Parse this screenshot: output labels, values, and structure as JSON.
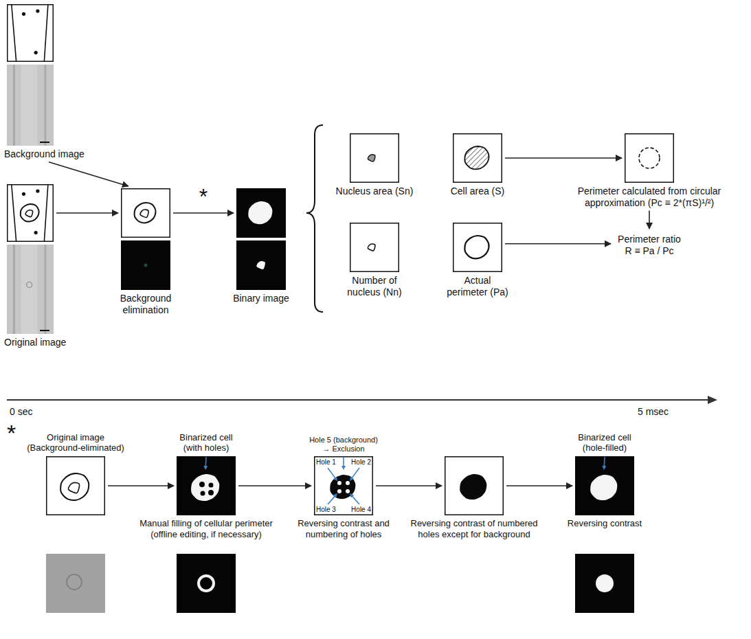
{
  "diagram": {
    "nodes": [
      {
        "text": [
          "Background image"
        ]
      },
      {
        "text": [
          "Original image"
        ]
      },
      {
        "text": [
          "Background elimination"
        ]
      },
      {
        "text": [
          "Binary image"
        ]
      },
      {
        "text": [
          "Nucleus area (Sn)"
        ]
      },
      {
        "text": [
          "Cell area (S)"
        ]
      },
      {
        "text": [
          "Number of nucleus (Nn)"
        ]
      },
      {
        "text": [
          "Actual perimeter (Pa)"
        ]
      },
      {
        "text": [
          "Perimeter calculated from circular approximation (Pc ≡ 2*(πS)¹/²)"
        ]
      },
      {
        "text": [
          "Perimeter ratio R ≡ Pa / Pc"
        ]
      },
      {
        "text": [
          "Original image (Background-eliminated)"
        ]
      },
      {
        "text": [
          "Binarized cell (with holes)",
          "Manual filling of cellular perimeter (offline editing, if necessary)"
        ]
      },
      {
        "text": [
          "Hole 5 (background) → Exclusion",
          "Hole 1",
          "Hole 2",
          "Hole 3",
          "Hole 4",
          "Reversing contrast and numbering of holes"
        ]
      },
      {
        "text": [
          "Reversing contrast of numbered holes except for background"
        ]
      },
      {
        "text": [
          "Binarized cell (hole-filled)",
          "Reversing contrast"
        ]
      }
    ],
    "edges": [
      {
        "from": 0,
        "to": 2,
        "arrow": "to"
      },
      {
        "from": 1,
        "to": 2,
        "arrow": "to"
      },
      {
        "from": 2,
        "to": 3,
        "label": "*",
        "arrow": "to"
      },
      {
        "from": 5,
        "to": 8,
        "arrow": "to"
      },
      {
        "from": 7,
        "to": 9,
        "arrow": "to"
      },
      {
        "from": 8,
        "to": 9,
        "arrow": "to"
      },
      {
        "from": 10,
        "to": 11,
        "arrow": "to"
      },
      {
        "from": 11,
        "to": 12,
        "arrow": "to"
      },
      {
        "from": 12,
        "to": 13,
        "arrow": "to"
      },
      {
        "from": 13,
        "to": 14,
        "arrow": "to"
      }
    ],
    "labels": [
      "0 sec",
      "5 msec",
      "*"
    ]
  }
}
